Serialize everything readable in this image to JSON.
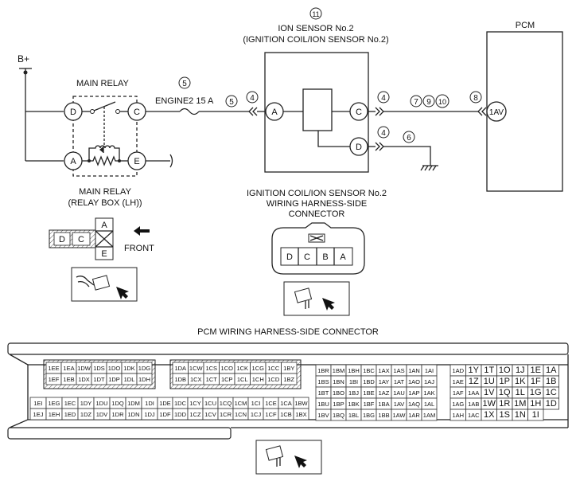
{
  "supply": {
    "label": "B+"
  },
  "main_relay": {
    "title": "MAIN RELAY",
    "terminals": {
      "d": "D",
      "c": "C",
      "a": "A",
      "e": "E"
    },
    "location_line1": "MAIN RELAY",
    "location_line2": "(RELAY BOX (LH))",
    "view_terminals": {
      "d": "D",
      "c": "C",
      "a": "A",
      "e": "E"
    },
    "front_label": "FRONT"
  },
  "fuse": {
    "label": "ENGINE2 15 A"
  },
  "wire_refs": {
    "fuse": "5",
    "fuse_out": "5",
    "sensor_in": "4",
    "sensor_c": "4",
    "sensor_d": "4",
    "ground": "6",
    "pcm_group": [
      "7",
      "9",
      "10"
    ],
    "pcm_in": "8",
    "sensor_title": "11"
  },
  "ion_sensor": {
    "title_line1": "ION SENSOR No.2",
    "title_line2": "(IGNITION COIL/ION SENSOR No.2)",
    "terminals": {
      "a": "A",
      "c": "C",
      "d": "D"
    }
  },
  "pcm": {
    "title": "PCM",
    "terminal": "1AV"
  },
  "sensor_connector": {
    "title_line1": "IGNITION COIL/ION SENSOR No.2",
    "title_line2": "WIRING HARNESS-SIDE",
    "title_line3": "CONNECTOR",
    "pins": [
      "D",
      "C",
      "B",
      "A"
    ]
  },
  "pcm_connector": {
    "title": "PCM WIRING HARNESS-SIDE CONNECTOR",
    "block1_top": [
      [
        "1EE",
        "1EA",
        "1DW",
        "1DS",
        "1DO",
        "1DK",
        "1DG"
      ],
      [
        "1EF",
        "1EB",
        "1DX",
        "1DT",
        "1DP",
        "1DL",
        "1DH"
      ]
    ],
    "block1_bottom": [
      [
        "1EI",
        "1EG",
        "1EC",
        "1DY",
        "1DU",
        "1DQ",
        "1DM",
        "1DI"
      ],
      [
        "1EJ",
        "1EH",
        "1ED",
        "1DZ",
        "1DV",
        "1DR",
        "1DN",
        "1DJ"
      ]
    ],
    "block2_top": [
      [
        "1DA",
        "1CW",
        "1CS",
        "1CO",
        "1CK",
        "1CG",
        "1CC",
        "1BY"
      ],
      [
        "1DB",
        "1CX",
        "1CT",
        "1CP",
        "1CL",
        "1CH",
        "1CD",
        "1BZ"
      ]
    ],
    "block2_bottom": [
      [
        "1DE",
        "1DC",
        "1CY",
        "1CU",
        "1CQ",
        "1CM",
        "1CI",
        "1CE",
        "1CA",
        "1BW"
      ],
      [
        "1DF",
        "1DD",
        "1CZ",
        "1CV",
        "1CR",
        "1CN",
        "1CJ",
        "1CF",
        "1CB",
        "1BX"
      ]
    ],
    "block3": [
      [
        "1BR",
        "1BM",
        "1BH",
        "1BC",
        "1AX",
        "1AS",
        "1AN",
        "1AI"
      ],
      [
        "1BS",
        "1BN",
        "1BI",
        "1BD",
        "1AY",
        "1AT",
        "1AO",
        "1AJ"
      ],
      [
        "1BT",
        "1BO",
        "1BJ",
        "1BE",
        "1AZ",
        "1AU",
        "1AP",
        "1AK"
      ],
      [
        "1BU",
        "1BP",
        "1BK",
        "1BF",
        "1BA",
        "1AV",
        "1AQ",
        "1AL"
      ],
      [
        "1BV",
        "1BQ",
        "1BL",
        "1BG",
        "1BB",
        "1AW",
        "1AR",
        "1AM"
      ]
    ],
    "block4": [
      [
        "1AD",
        "1Y",
        "1T",
        "1O",
        "1J",
        "1E",
        "1A"
      ],
      [
        "1AE",
        "1Z",
        "1U",
        "1P",
        "1K",
        "1F",
        "1B"
      ],
      [
        "1AF",
        "1AA",
        "1V",
        "1Q",
        "1L",
        "1G",
        "1C"
      ],
      [
        "1AG",
        "1AB",
        "1W",
        "1R",
        "1M",
        "1H",
        "1D"
      ],
      [
        "1AH",
        "1AC",
        "1X",
        "1S",
        "1N",
        "1I",
        ""
      ]
    ]
  }
}
